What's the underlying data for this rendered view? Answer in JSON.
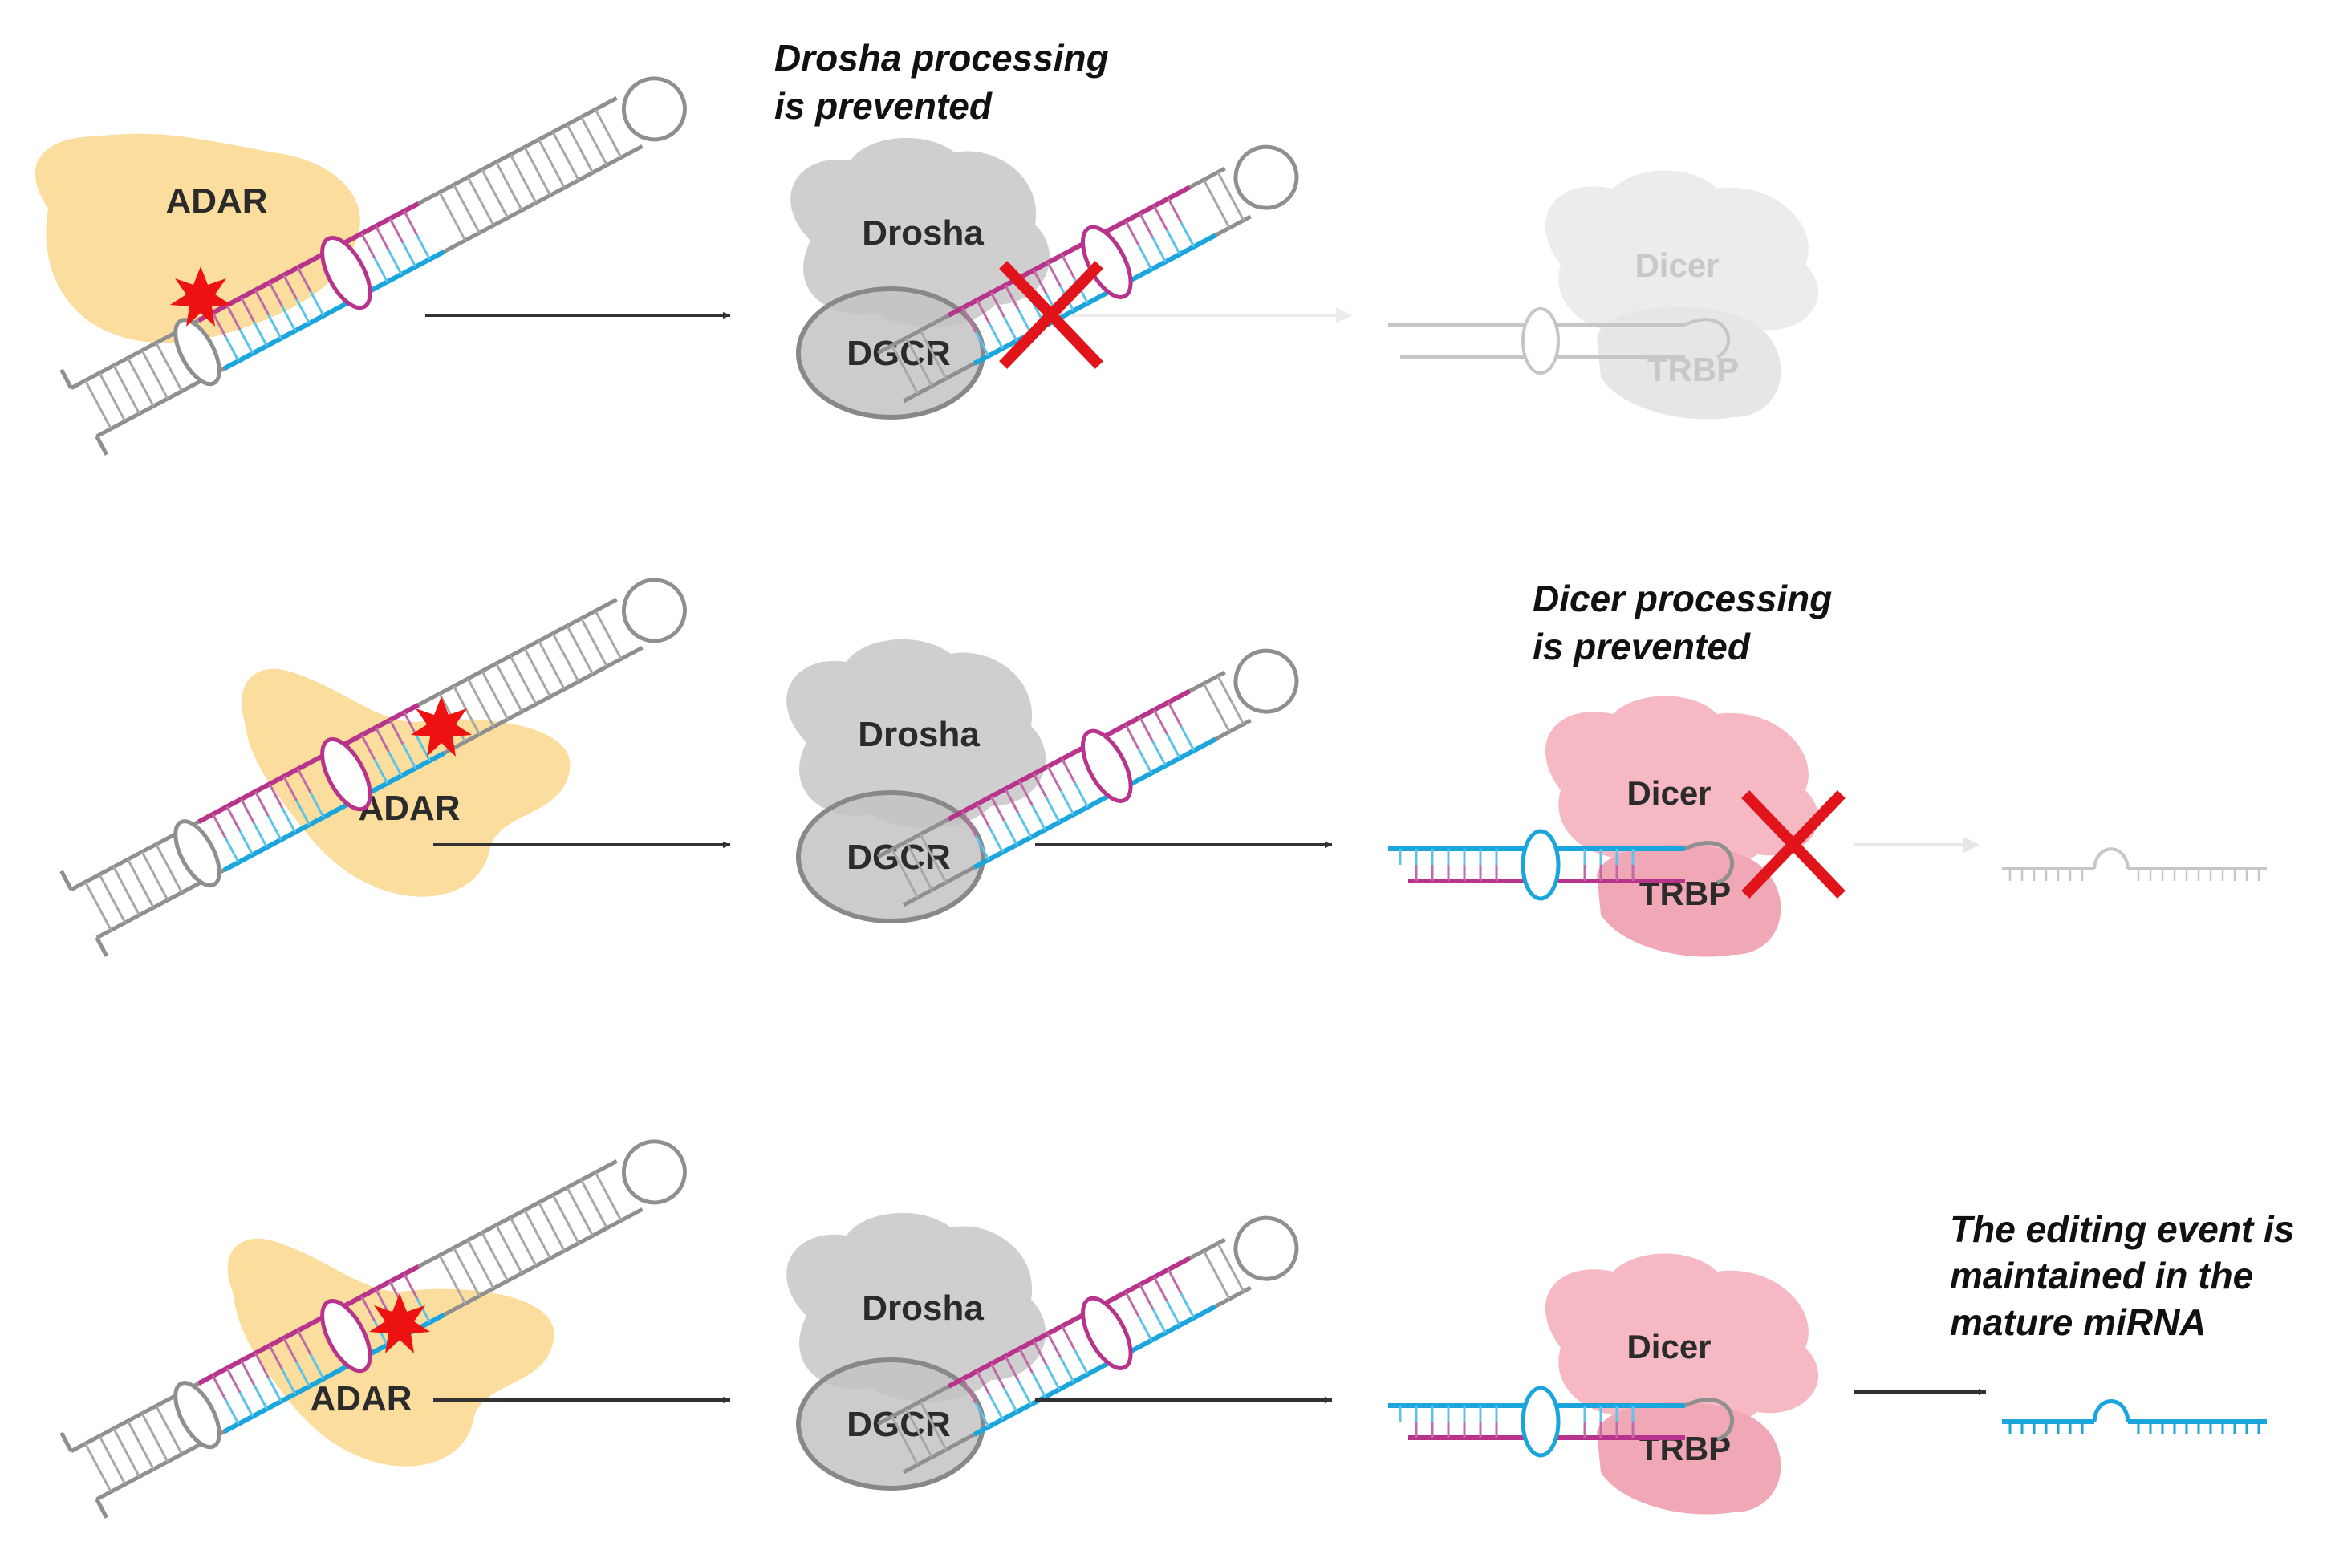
{
  "colors": {
    "adar": "#fad88c",
    "drosha": "#cfcfcf",
    "drosha_faint": "#ececec",
    "dicer": "#f6b9c4",
    "pink_strand": "#b8338c",
    "blue_strand": "#1aa6dd",
    "gray_strand": "#8f8f8f",
    "edit_star": "#ee1111",
    "block_cross": "#e2141b",
    "arrow": "#333333"
  },
  "icons": [
    "editing-star-icon",
    "block-cross-icon",
    "arrow-icon"
  ],
  "labels": {
    "adar": "ADAR",
    "drosha": "Drosha",
    "dgcr": "DGCR",
    "dicer": "Dicer",
    "trbp": "TRBP"
  },
  "captions": {
    "drosha_prevented": [
      "Drosha processing",
      "is prevented"
    ],
    "dicer_prevented": [
      "Dicer processing",
      "is prevented"
    ],
    "maintained": [
      "The editing event is",
      "maintained in the",
      "mature miRNA"
    ]
  }
}
